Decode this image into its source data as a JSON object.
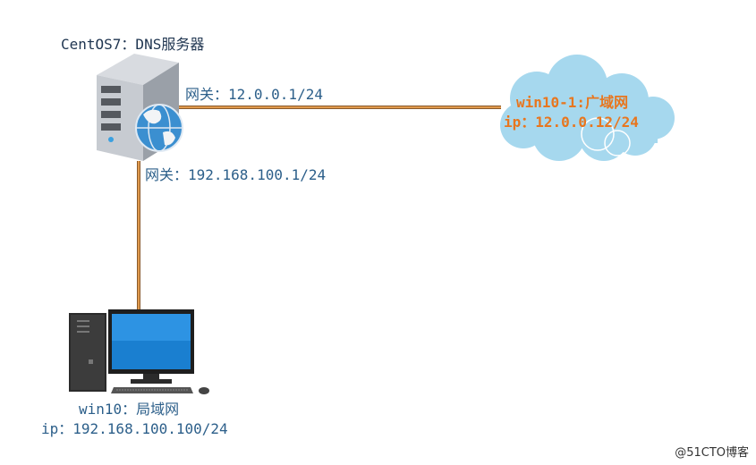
{
  "server": {
    "title": "CentOS7：DNS服务器",
    "gateway_wan": "网关：12.0.0.1/24",
    "gateway_lan": "网关：192.168.100.1/24"
  },
  "cloud": {
    "name": "win10-1:广域网",
    "ip": "ip：12.0.0.12/24"
  },
  "client": {
    "name": "win10：局域网",
    "ip": "ip：192.168.100.100/24"
  },
  "watermark": "@51CTO博客",
  "colors": {
    "link": "#c8782d",
    "cloud": "#a6d8ee",
    "label_blue": "#2c5f8a",
    "label_orange": "#e8761e"
  },
  "icons": {
    "server": "server-tower-globe-icon",
    "cloud": "cloud-icon",
    "client": "desktop-computer-icon"
  }
}
